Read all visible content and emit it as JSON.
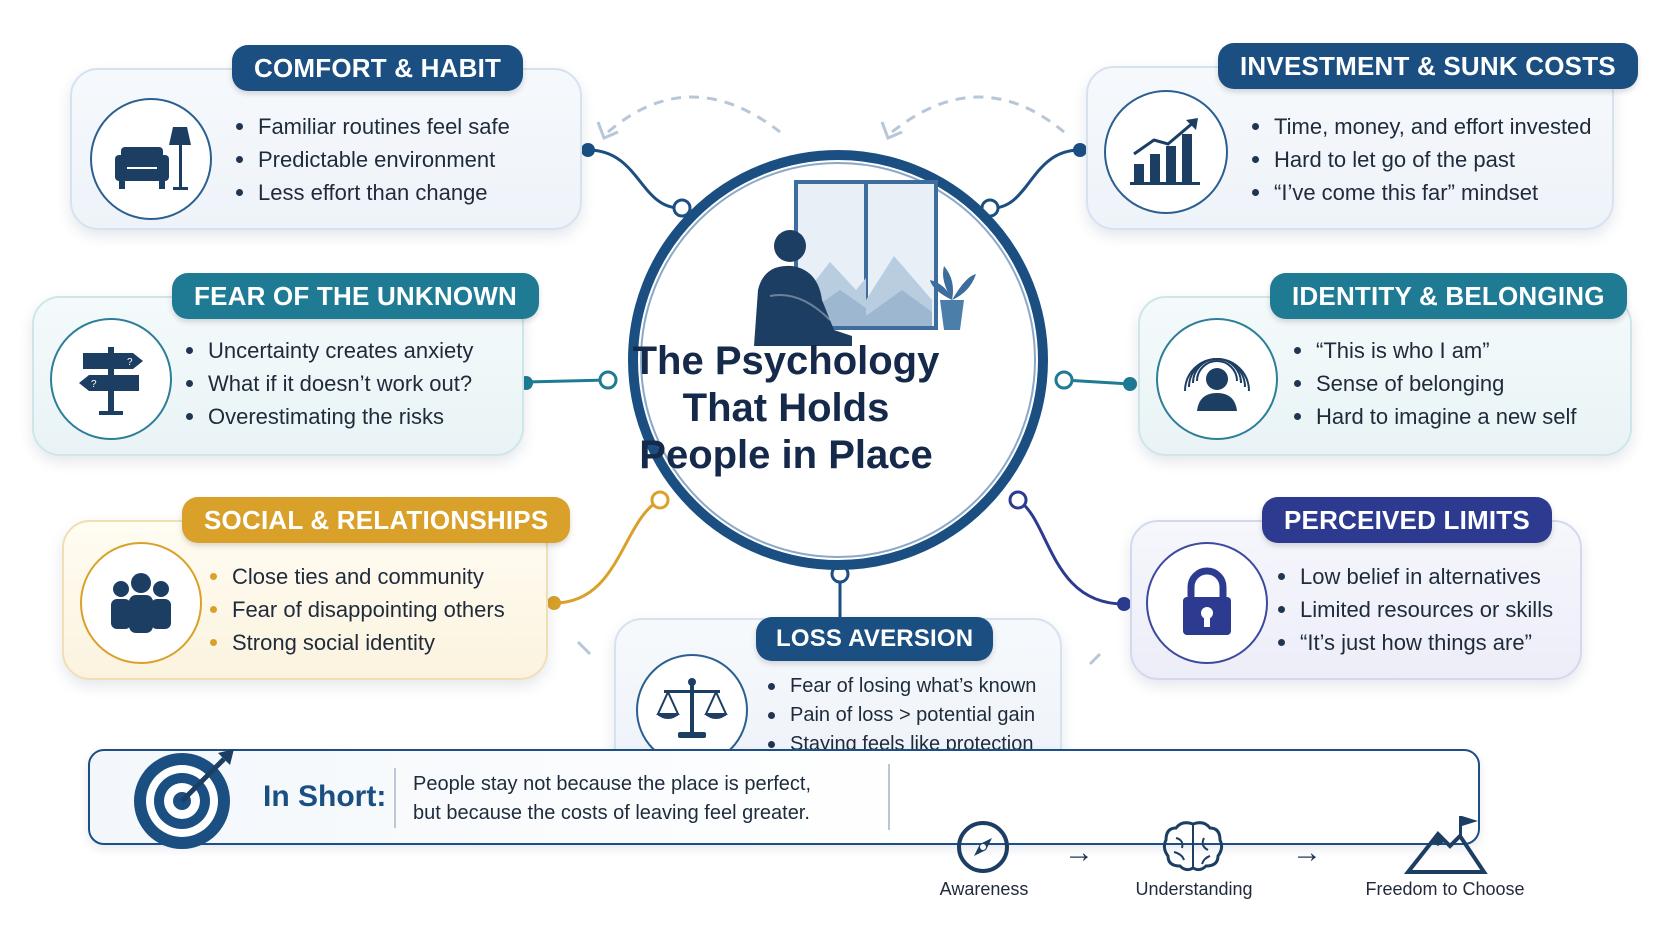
{
  "title": "The Psychology That Holds People in Place",
  "cards": {
    "comfort": {
      "heading": "COMFORT & HABIT",
      "items": [
        "Familiar routines feel safe",
        "Predictable environment",
        "Less effort than change"
      ]
    },
    "fear": {
      "heading": "FEAR OF THE UNKNOWN",
      "items": [
        "Uncertainty creates anxiety",
        "What if it doesn’t work out?",
        "Overestimating the risks"
      ]
    },
    "social": {
      "heading": "SOCIAL & RELATIONSHIPS",
      "items": [
        "Close ties and community",
        "Fear of disappointing others",
        "Strong social identity"
      ]
    },
    "loss": {
      "heading": "LOSS AVERSION",
      "items": [
        "Fear of losing what’s known",
        "Pain of loss > potential gain",
        "Staying feels like protection"
      ]
    },
    "investment": {
      "heading": "INVESTMENT & SUNK COSTS",
      "items": [
        "Time, money, and effort invested",
        "Hard to let go of the past",
        "“I’ve come this far” mindset"
      ]
    },
    "identity": {
      "heading": "IDENTITY & BELONGING",
      "items": [
        "“This is who I am”",
        "Sense of belonging",
        "Hard to imagine a new self"
      ]
    },
    "limits": {
      "heading": "PERCEIVED LIMITS",
      "items": [
        "Low belief in alternatives",
        "Limited resources or skills",
        "“It’s just how things are”"
      ]
    }
  },
  "summary": {
    "label": "In Short:",
    "line1": "People stay not because the place is perfect,",
    "line2": "but because the costs of leaving feel greater.",
    "steps": [
      "Awareness",
      "Understanding",
      "Freedom to Choose"
    ]
  },
  "icons": {
    "comfort": "armchair-lamp-icon",
    "fear": "signpost-icon",
    "social": "people-group-icon",
    "loss": "balance-scale-icon",
    "investment": "growth-chart-icon",
    "identity": "fingerprint-person-icon",
    "limits": "padlock-icon",
    "target": "target-arrow-icon",
    "compass": "compass-icon",
    "brain": "brain-icon",
    "mountain": "mountain-flag-icon"
  },
  "colors": {
    "navy": "#1b4f82",
    "teal": "#1f7b93",
    "gold": "#d9a12a",
    "indigo": "#2c3b8f"
  }
}
